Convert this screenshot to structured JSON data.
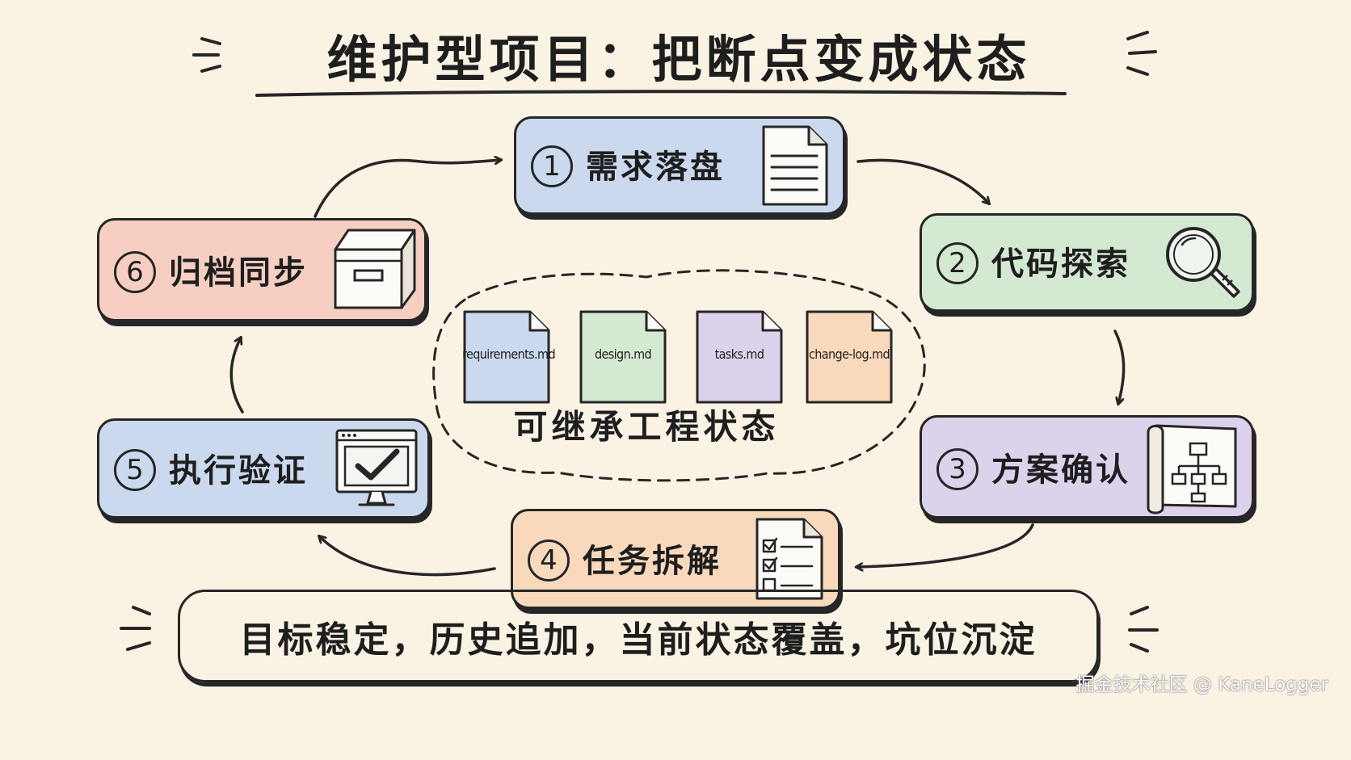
{
  "title": "维护型项目：把断点变成状态",
  "steps": [
    {
      "num": "1",
      "label": "需求落盘",
      "icon": "document-icon",
      "color": "#cbd9ee"
    },
    {
      "num": "2",
      "label": "代码探索",
      "icon": "magnifier-icon",
      "color": "#d4e9d2"
    },
    {
      "num": "3",
      "label": "方案确认",
      "icon": "blueprint-icon",
      "color": "#ddd2ec"
    },
    {
      "num": "4",
      "label": "任务拆解",
      "icon": "checklist-icon",
      "color": "#f9d9bc"
    },
    {
      "num": "5",
      "label": "执行验证",
      "icon": "monitor-check-icon",
      "color": "#cbd9ee"
    },
    {
      "num": "6",
      "label": "归档同步",
      "icon": "archive-box-icon",
      "color": "#f6cfc2"
    }
  ],
  "state": {
    "label": "可继承工程状态",
    "files": [
      {
        "name": "requirements.md",
        "color": "#cbd9ee"
      },
      {
        "name": "design.md",
        "color": "#d4e9d2"
      },
      {
        "name": "tasks.md",
        "color": "#ddd2ec"
      },
      {
        "name": "change-log.md",
        "color": "#f9d9bc"
      }
    ]
  },
  "summary": "目标稳定，历史追加，当前状态覆盖，坑位沉淀",
  "watermark": "掘金技术社区 @ KaneLogger",
  "colors": {
    "background": "#faf3e4",
    "ink": "#262626"
  }
}
